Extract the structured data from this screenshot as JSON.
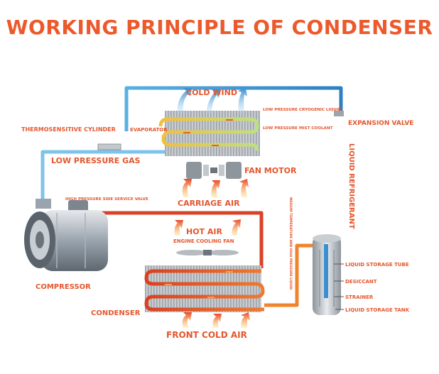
{
  "title": "WORKING PRINCIPLE OF CONDENSER",
  "labels": {
    "cold_wind": "COLD WIND",
    "low_pressure_cryogenic_liquid": "LOW PRESSURE CRYOGENIC LIQUID",
    "expansion_valve": "EXPANSION VALVE",
    "thermosensitive_cylinder": "THERMOSENSITIVE CYLINDER",
    "evaporator": "EVAPORATOR",
    "low_pressure_mist_coolant": "LOW PRESSURE MIST COOLANT",
    "liquid_refrigerant": "LIQUID REFRIGERANT",
    "low_pressure_gas": "LOW PRESSURE GAS",
    "fan_motor": "FAN MOTOR",
    "high_pressure_service_valve": "HIGH PRESSURE SIDE SERVICE VALVE",
    "carriage_air": "CARRIAGE AIR",
    "medium_temp_liquid": "MEDIUM TEMPERATURE AND HIGH PRESSURE LIQUID",
    "hot_air": "HOT AIR",
    "engine_cooling_fan": "ENGINE COOLING FAN",
    "compressor": "COMPRESSOR",
    "liquid_storage_tube": "LIQUID STORAGE TUBE",
    "desiccant": "DESICCANT",
    "strainer": "STRAINER",
    "condenser": "CONDENSER",
    "liquid_storage_tank": "LIQUID STORAGE TANK",
    "front_cold_air": "FRONT COLD AIR"
  },
  "colors": {
    "accent": "#ec5a2c",
    "cold_pipe": "#3a8fd0",
    "hot_pipe": "#e45a2a",
    "gas_pipe": "#7fc4e8"
  }
}
